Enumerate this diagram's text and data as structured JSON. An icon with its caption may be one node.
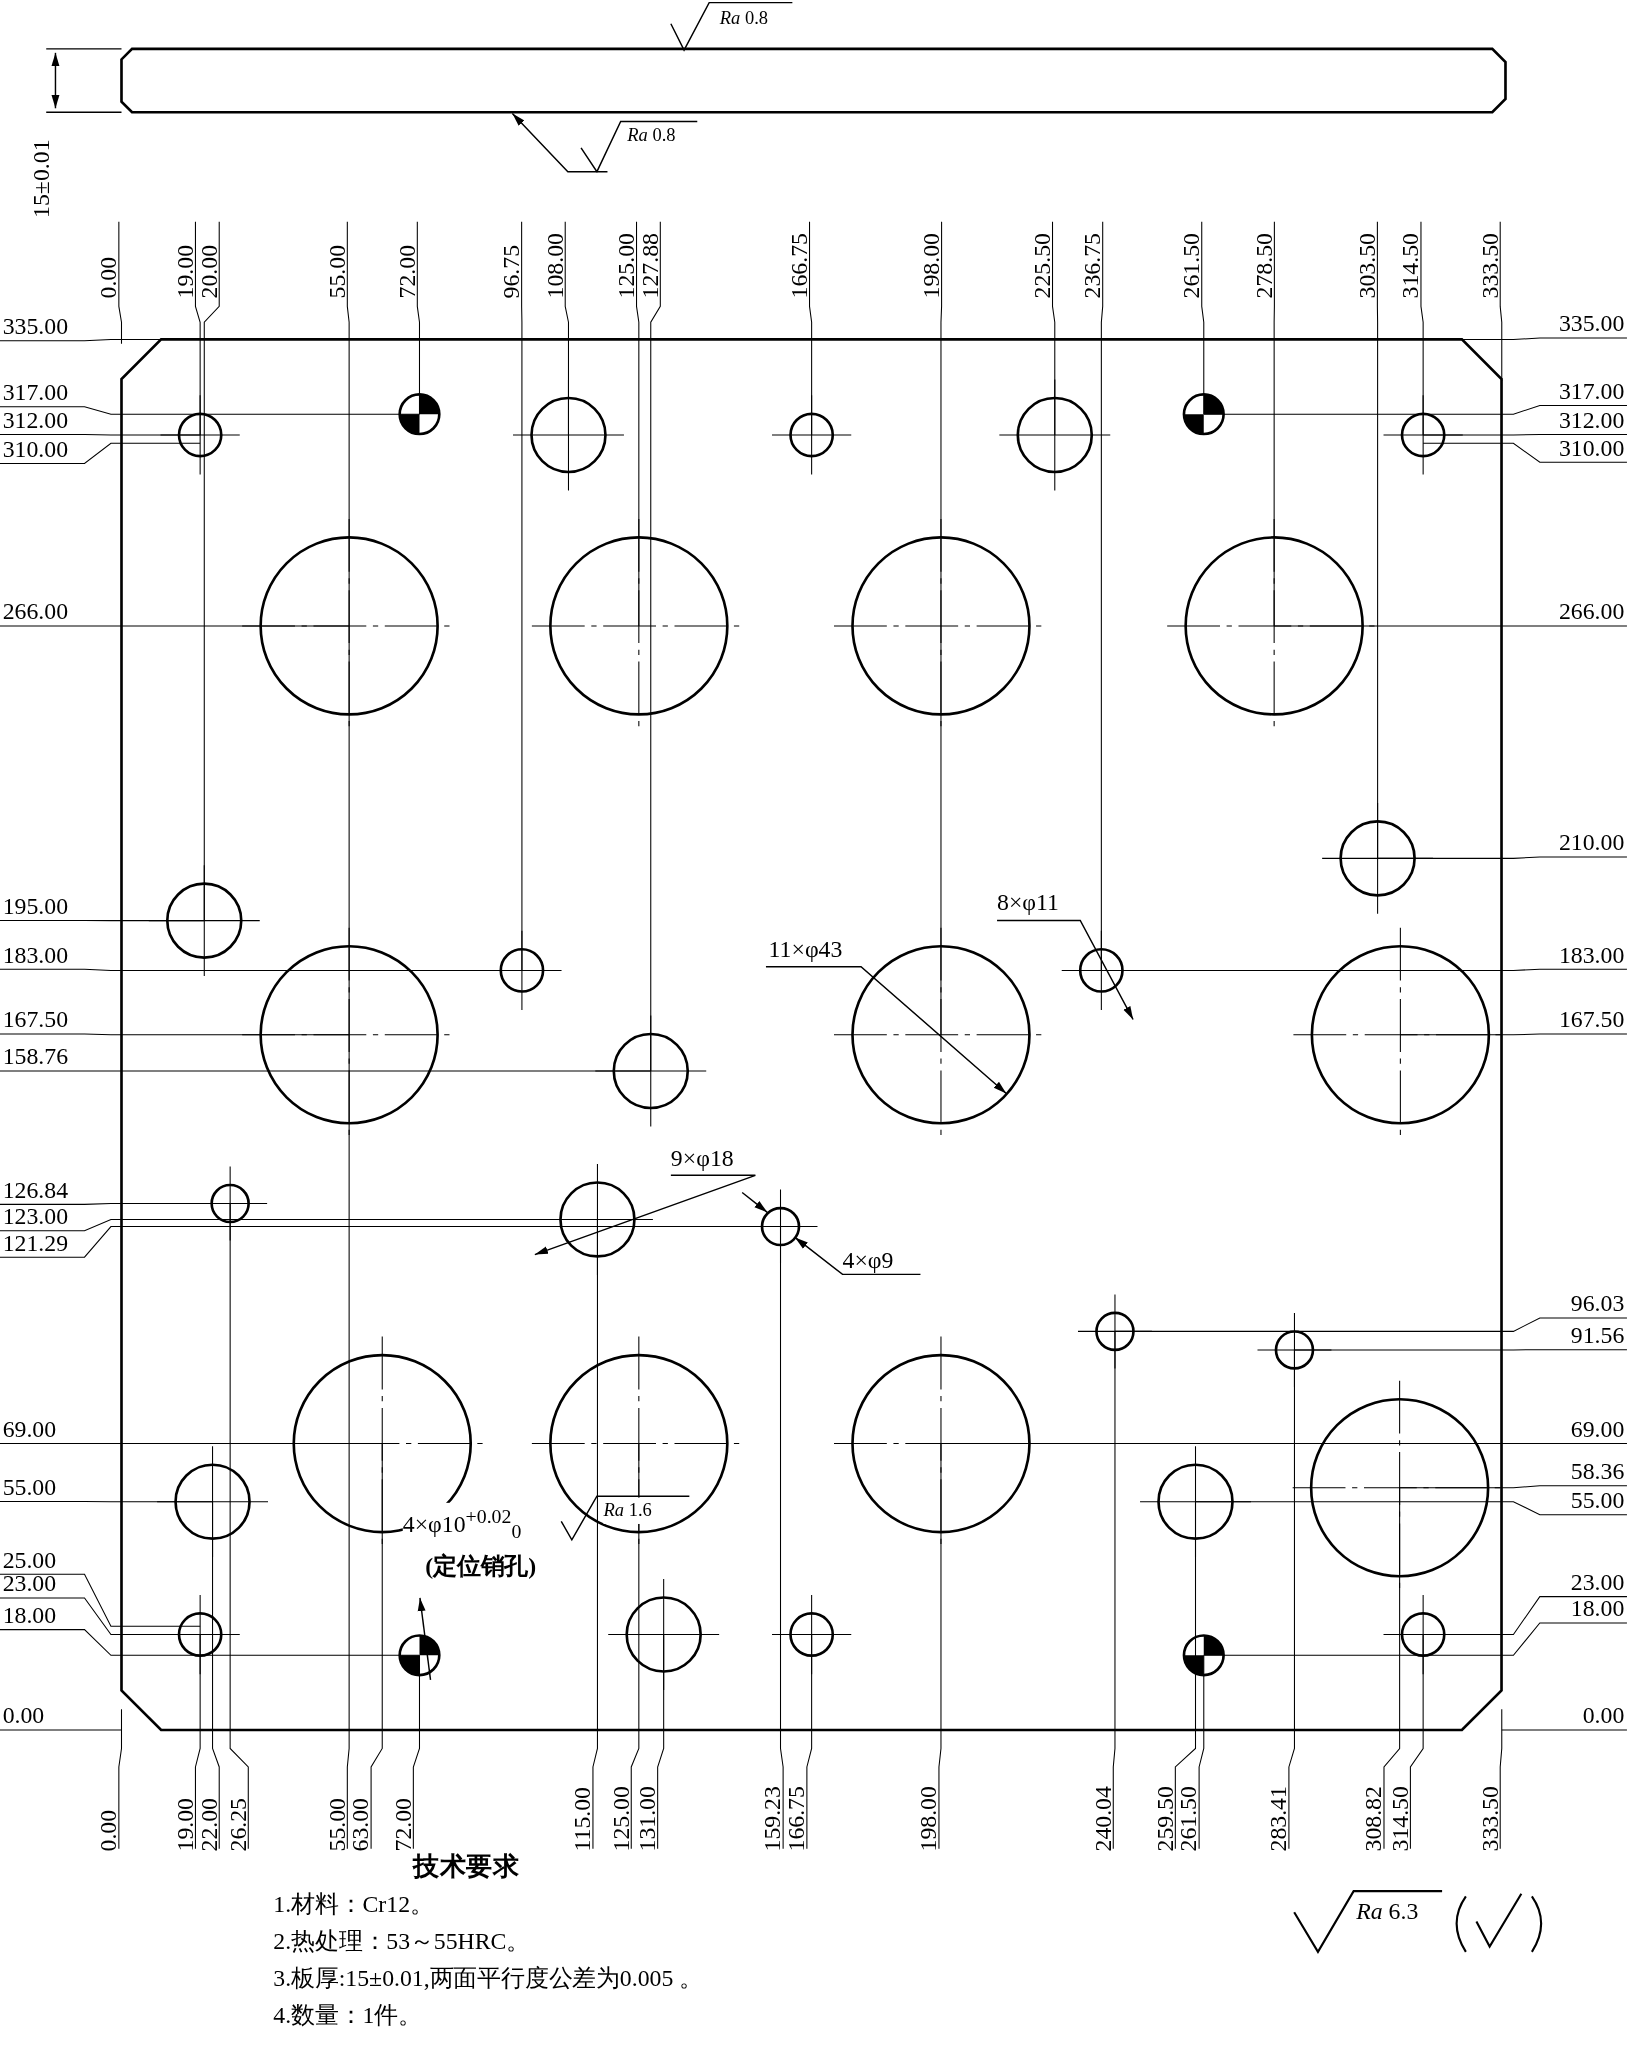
{
  "diagram": {
    "labels": [
      "*Ra* 0.8",
      "*Ra* 0.8",
      "15±0.01",
      "0.00",
      "19.00",
      "20.00",
      "55.00",
      "72.00",
      "96.75",
      "108.00",
      "125.00",
      "127.88",
      "166.75",
      "198.00",
      "225.50",
      "236.75",
      "261.50",
      "278.50",
      "303.50",
      "314.50",
      "333.50",
      "335.00",
      "317.00",
      "312.00",
      "310.00",
      "266.00",
      "195.00",
      "183.00",
      "167.50",
      "158.76",
      "126.84",
      "123.00",
      "121.29",
      "69.00",
      "55.00",
      "25.00",
      "23.00",
      "18.00",
      "0.00",
      "335.00",
      "317.00",
      "312.00",
      "310.00",
      "266.00",
      "210.00",
      "183.00",
      "167.50",
      "96.03",
      "91.56",
      "69.00",
      "58.36",
      "55.00",
      "23.00",
      "18.00",
      "0.00",
      "8×φ11",
      "11×φ43",
      "9×φ18",
      "4×φ9",
      "4×φ10$^{+0.02}$$_{0}$",
      "*Ra* 1.6",
      "(定位销孔)",
      "0.00",
      "19.00",
      "22.00",
      "26.25",
      "55.00",
      "63.00",
      "72.00",
      "115.00",
      "125.00",
      "131.00",
      "159.23",
      "166.75",
      "198.00",
      "240.04",
      "259.50",
      "261.50",
      "283.41",
      "308.82",
      "314.50",
      "333.50",
      "技术要求",
      "1.材料：Cr12。",
      "2.热处理：53～55HRC。",
      "3.板厚:15±0.01,两面平行度公差为0.005 。",
      "4.数量：1件。",
      "*Ra* 6.3"
    ]
  }
}
